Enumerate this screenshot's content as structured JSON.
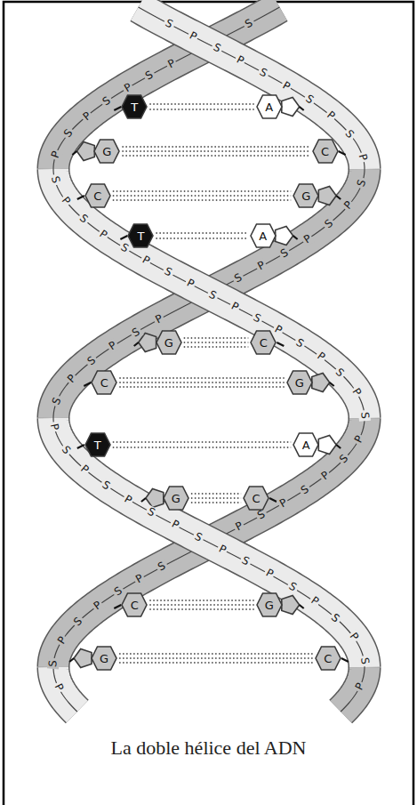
{
  "diagram": {
    "caption": "La doble hélice del ADN",
    "nodes": [
      {
        "text": [
          "T"
        ]
      },
      {
        "text": [
          "A"
        ]
      },
      {
        "text": [
          "G"
        ]
      },
      {
        "text": [
          "C"
        ]
      },
      {
        "text": [
          "C"
        ]
      },
      {
        "text": [
          "G"
        ]
      },
      {
        "text": [
          "T"
        ]
      },
      {
        "text": [
          "A"
        ]
      },
      {
        "text": [
          "G"
        ]
      },
      {
        "text": [
          "C"
        ]
      },
      {
        "text": [
          "C"
        ]
      },
      {
        "text": [
          "G"
        ]
      },
      {
        "text": [
          "T"
        ]
      },
      {
        "text": [
          "A"
        ]
      },
      {
        "text": [
          "G"
        ]
      },
      {
        "text": [
          "C"
        ]
      },
      {
        "text": [
          "C"
        ]
      },
      {
        "text": [
          "G"
        ]
      },
      {
        "text": [
          "G"
        ]
      },
      {
        "text": [
          "C"
        ]
      }
    ],
    "edges": [
      {
        "from": 0,
        "to": 1,
        "arrow": "none"
      },
      {
        "from": 2,
        "to": 3,
        "arrow": "none"
      },
      {
        "from": 4,
        "to": 5,
        "arrow": "none"
      },
      {
        "from": 6,
        "to": 7,
        "arrow": "none"
      },
      {
        "from": 8,
        "to": 9,
        "arrow": "none"
      },
      {
        "from": 10,
        "to": 11,
        "arrow": "none"
      },
      {
        "from": 12,
        "to": 13,
        "arrow": "none"
      },
      {
        "from": 14,
        "to": 15,
        "arrow": "none"
      },
      {
        "from": 16,
        "to": 17,
        "arrow": "none"
      },
      {
        "from": 18,
        "to": 19,
        "arrow": "none"
      }
    ],
    "labels": [
      "S",
      "P",
      "S",
      "P",
      "S",
      "P",
      "S",
      "P",
      "S",
      "P",
      "S",
      "P",
      "S",
      "P",
      "S",
      "P",
      "S",
      "P",
      "S",
      "P",
      "S",
      "P",
      "S",
      "P",
      "S",
      "P",
      "S",
      "P",
      "S",
      "P",
      "S",
      "P",
      "S",
      "P",
      "S",
      "P",
      "S",
      "P",
      "S",
      "P",
      "S",
      "P",
      "S",
      "P",
      "S",
      "P",
      "S",
      "P",
      "S",
      "P",
      "S",
      "P",
      "S",
      "P",
      "S",
      "P",
      "S",
      "P",
      "S",
      "P",
      "S",
      "P",
      "S",
      "P",
      "S",
      "P",
      "S",
      "P",
      "S",
      "P",
      "S",
      "P",
      "S",
      "P",
      "S",
      "P",
      "S",
      "P",
      "S",
      "P"
    ]
  }
}
